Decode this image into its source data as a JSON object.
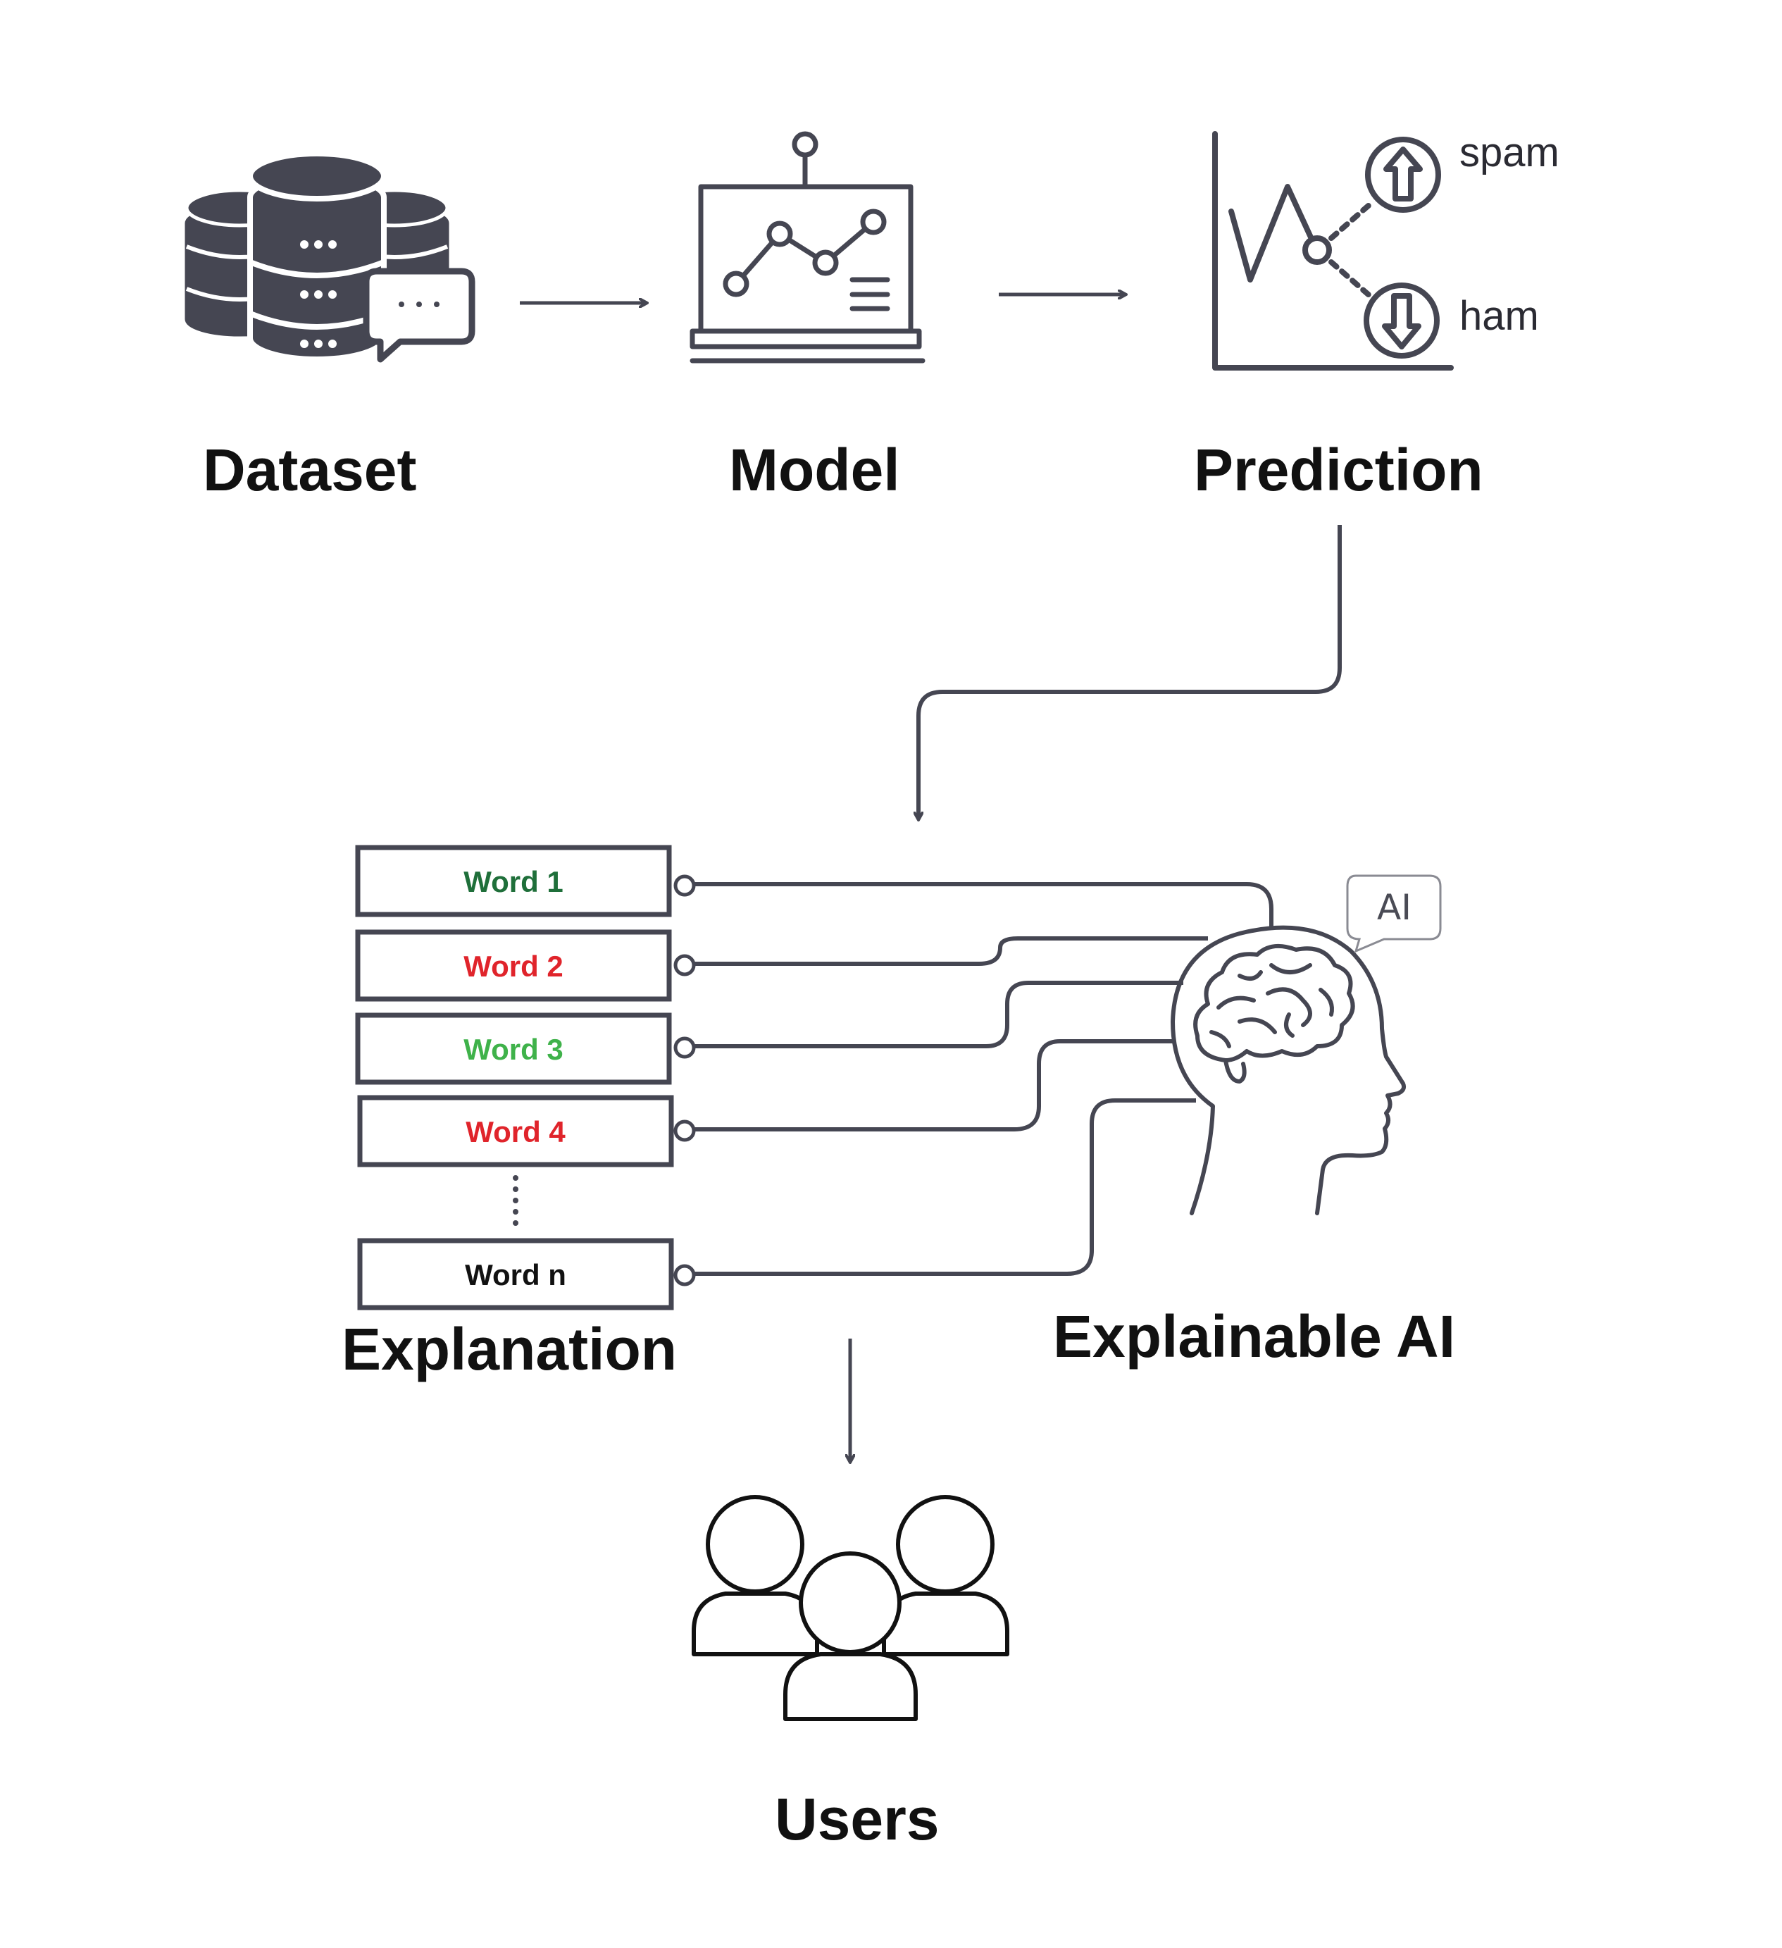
{
  "labels": {
    "dataset": "Dataset",
    "model": "Model",
    "prediction": "Prediction",
    "explanation": "Explanation",
    "explainable_ai": "Explainable AI",
    "users": "Users"
  },
  "prediction_outputs": {
    "up": "spam",
    "down": "ham"
  },
  "ai_badge": "AI",
  "words": [
    {
      "label": "Word 1",
      "color": "#1f6f3a"
    },
    {
      "label": "Word 2",
      "color": "#e0242b"
    },
    {
      "label": "Word 3",
      "color": "#3fb24a"
    },
    {
      "label": "Word 4",
      "color": "#e0242b"
    },
    {
      "label": "Word n",
      "color": "#111111"
    }
  ],
  "colors": {
    "stroke": "#454652",
    "icon_fill": "#454652"
  },
  "icons": [
    "database-icon",
    "chat-bubble-icon",
    "model-board-icon",
    "prediction-chart-icon",
    "arrow-up-icon",
    "arrow-down-icon",
    "brain-head-icon",
    "users-group-icon"
  ]
}
